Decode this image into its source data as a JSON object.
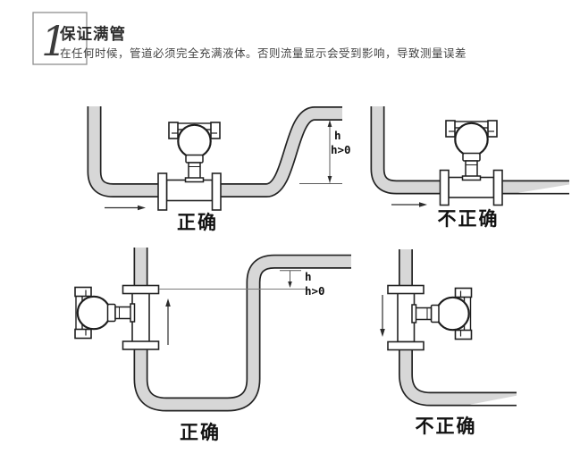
{
  "header": {
    "step_number": "1",
    "title": "保证满管",
    "description": "在任何时候，管道必须完全充满液体。否则流量显示会受到影响，导致测量误差"
  },
  "diagrams": {
    "top_left": {
      "label": "正确",
      "h_label": "h",
      "h_condition": "h>0"
    },
    "top_right": {
      "label": "不正确"
    },
    "bottom_left": {
      "label": "正确",
      "h_label": "h",
      "h_condition": "h>0"
    },
    "bottom_right": {
      "label": "不正确"
    }
  },
  "colors": {
    "pipe_fill": "#d7d7d7",
    "pipe_outline": "#232323",
    "dimension_line": "#5a5a5a",
    "text": "#121212"
  }
}
